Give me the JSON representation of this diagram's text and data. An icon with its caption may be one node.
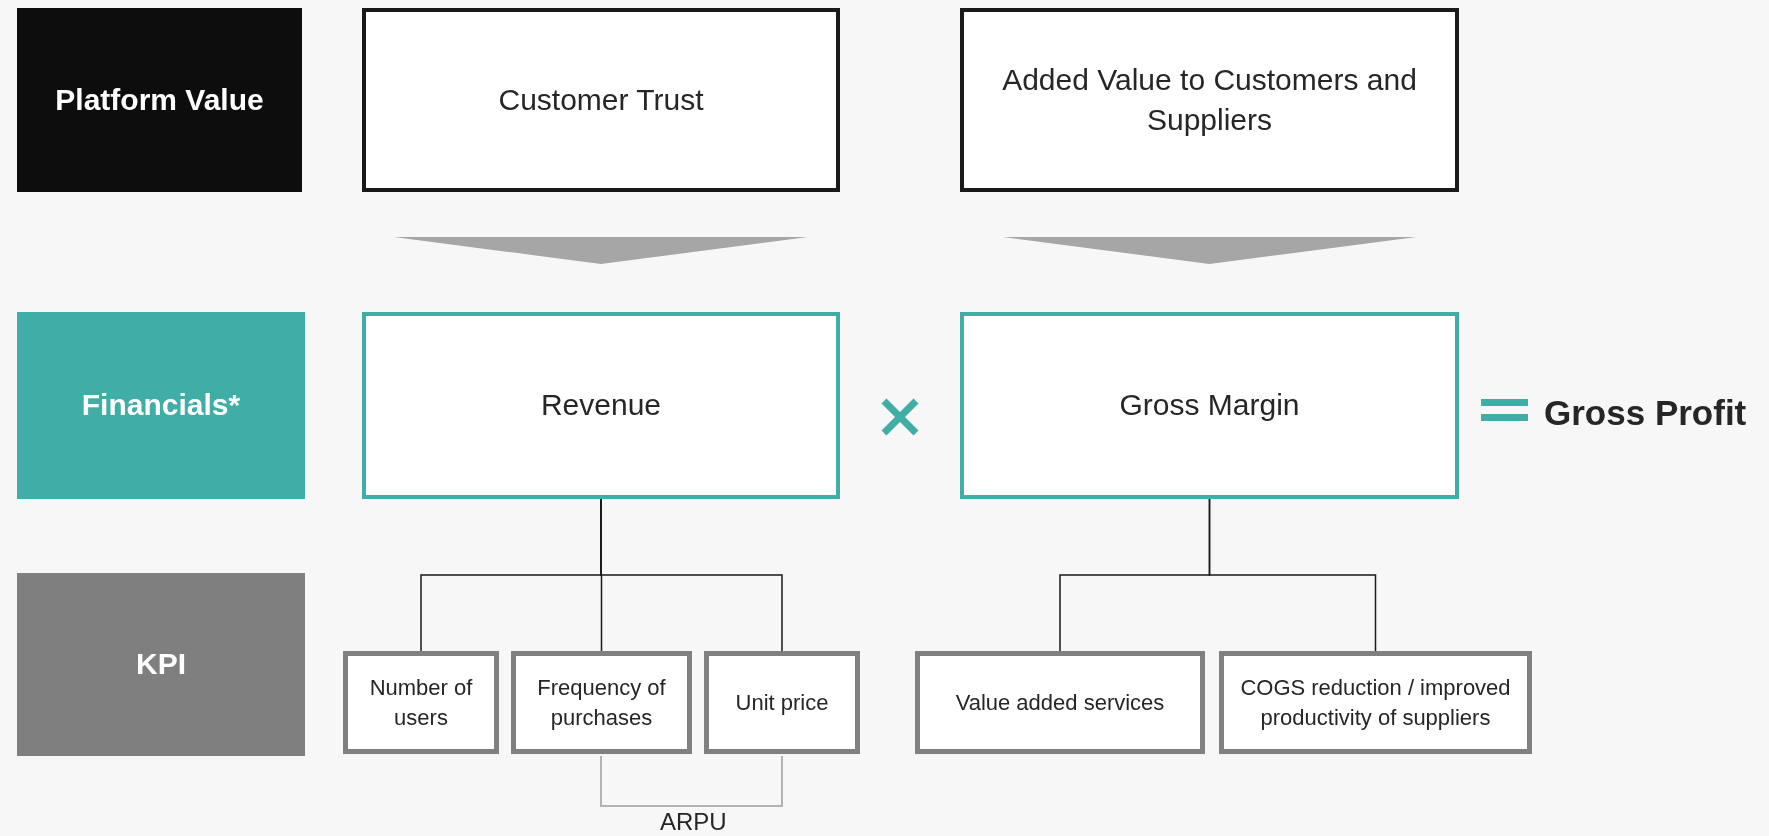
{
  "diagram": {
    "nodes": [
      {
        "text": [
          "Platform Value"
        ]
      },
      {
        "text": [
          "Customer Trust"
        ]
      },
      {
        "text": [
          "Added Value to Customers and Suppliers"
        ]
      },
      {
        "text": [
          "Financials*"
        ]
      },
      {
        "text": [
          "Revenue"
        ]
      },
      {
        "text": [
          "Gross Margin"
        ]
      },
      {
        "text": [
          "KPI"
        ]
      },
      {
        "text": [
          "Number of users"
        ]
      },
      {
        "text": [
          "Frequency of purchases"
        ]
      },
      {
        "text": [
          "Unit price"
        ]
      },
      {
        "text": [
          "Value added services"
        ]
      },
      {
        "text": [
          "COGS reduction / improved productivity of suppliers"
        ]
      }
    ],
    "edges": [
      {
        "from": 1,
        "to": 4,
        "arrow": "to"
      },
      {
        "from": 2,
        "to": 5,
        "arrow": "to"
      },
      {
        "from": 4,
        "to": 7,
        "arrow": "none"
      },
      {
        "from": 4,
        "to": 8,
        "arrow": "none"
      },
      {
        "from": 4,
        "to": 9,
        "arrow": "none"
      },
      {
        "from": 5,
        "to": 10,
        "arrow": "none"
      },
      {
        "from": 5,
        "to": 11,
        "arrow": "none"
      }
    ],
    "labels": [
      "Gross Profit",
      "ARPU"
    ]
  }
}
